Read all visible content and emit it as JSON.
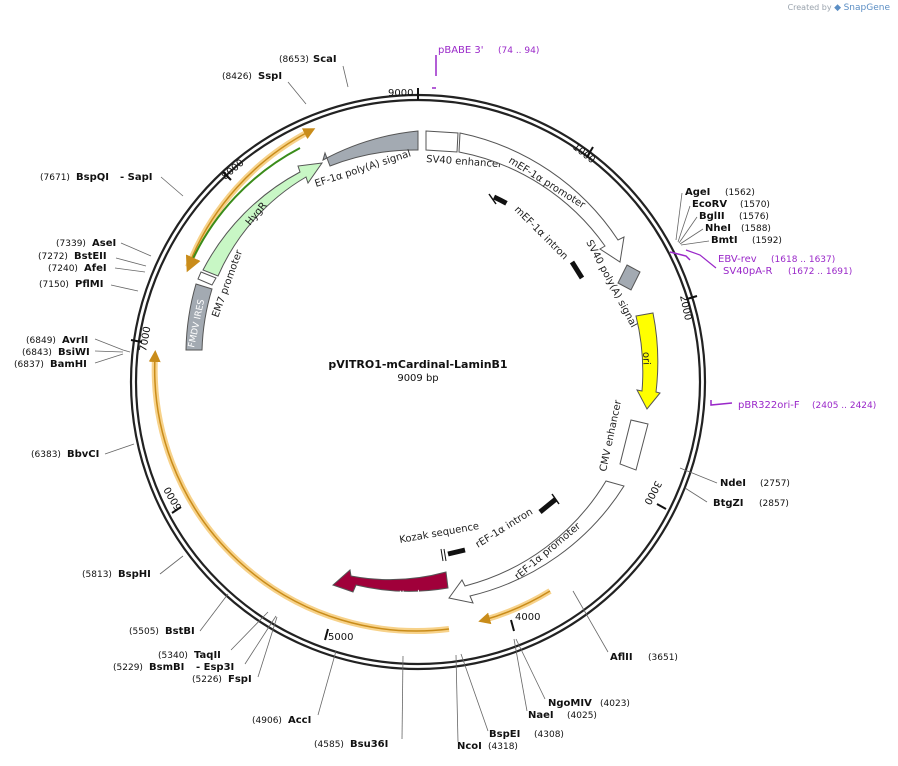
{
  "credit": {
    "created_by": "Created by",
    "brand": "SnapGene"
  },
  "plasmid": {
    "name": "pVITRO1-mCardinal-LaminB1",
    "length": "9009 bp"
  },
  "ticks": [
    "9000",
    "1000",
    "2000",
    "3000",
    "4000",
    "5000",
    "6000",
    "7000",
    "8000"
  ],
  "features": {
    "ef1a_polya": "EF-1α poly(A) signal",
    "sv40_enh": "SV40 enhancer",
    "mef1a_prom": "mEF-1α promoter",
    "mef1a_intron": "mEF-1α intron",
    "sv40_polya": "SV40 poly(A) signal",
    "ori": "ori",
    "cmv_enh": "CMV enhancer",
    "ref1a_intron": "rEF-1α intron",
    "kozak": "Kozak sequence",
    "ref1a_prom": "rEF-1α promoter",
    "mcardinal": "mCardinal",
    "hygr": "HygR",
    "em7": "EM7 promoter",
    "fmdv": "FMDV IRES"
  },
  "primers": {
    "pbabe": {
      "name": "pBABE 3'",
      "range": "(74 .. 94)"
    },
    "ebv": {
      "name": "EBV-rev",
      "range": "(1618 .. 1637)"
    },
    "sv40pa": {
      "name": "SV40pA-R",
      "range": "(1672 .. 1691)"
    },
    "pbr": {
      "name": "pBR322ori-F",
      "range": "(2405 .. 2424)"
    }
  },
  "sites": {
    "scai": {
      "name": "ScaI",
      "pos": "(8653)"
    },
    "sspi": {
      "name": "SspI",
      "pos": "(8426)"
    },
    "bspqi": {
      "name": "BspQI",
      "pos": "(7671)",
      "extra": "- SapI"
    },
    "asei": {
      "name": "AseI",
      "pos": "(7339)"
    },
    "bsteii": {
      "name": "BstEII",
      "pos": "(7272)"
    },
    "afei": {
      "name": "AfeI",
      "pos": "(7240)"
    },
    "pflmi": {
      "name": "PflMI",
      "pos": "(7150)"
    },
    "avrii": {
      "name": "AvrII",
      "pos": "(6849)"
    },
    "bsiwi": {
      "name": "BsiWI",
      "pos": "(6843)"
    },
    "bamhi": {
      "name": "BamHI",
      "pos": "(6837)"
    },
    "bbvci": {
      "name": "BbvCI",
      "pos": "(6383)"
    },
    "bsphi": {
      "name": "BspHI",
      "pos": "(5813)"
    },
    "bstbi": {
      "name": "BstBI",
      "pos": "(5505)"
    },
    "taqii": {
      "name": "TaqII",
      "pos": "(5340)"
    },
    "bsmbi": {
      "name": "BsmBI",
      "pos": "(5229)",
      "extra": "- Esp3I"
    },
    "fspi": {
      "name": "FspI",
      "pos": "(5226)"
    },
    "acci": {
      "name": "AccI",
      "pos": "(4906)"
    },
    "bsu36i": {
      "name": "Bsu36I",
      "pos": "(4585)"
    },
    "ncoi": {
      "name": "NcoI",
      "pos": "(4318)"
    },
    "bspei": {
      "name": "BspEI",
      "pos": "(4308)"
    },
    "naei": {
      "name": "NaeI",
      "pos": "(4025)"
    },
    "ngomiv": {
      "name": "NgoMIV",
      "pos": "(4023)"
    },
    "aflii": {
      "name": "AflII",
      "pos": "(3651)"
    },
    "btgzi": {
      "name": "BtgZI",
      "pos": "(2857)"
    },
    "ndei": {
      "name": "NdeI",
      "pos": "(2757)"
    },
    "agei": {
      "name": "AgeI",
      "pos": "(1562)"
    },
    "ecorv": {
      "name": "EcoRV",
      "pos": "(1570)"
    },
    "bglii": {
      "name": "BglII",
      "pos": "(1576)"
    },
    "nhei": {
      "name": "NheI",
      "pos": "(1588)"
    },
    "bmti": {
      "name": "BmtI",
      "pos": "(1592)"
    }
  },
  "colors": {
    "backbone": "#222222",
    "gray_feature": "#a3aab2",
    "ori": "#ffff00",
    "hygr": "#c8f7c5",
    "mcardinal": "#a0003a",
    "primer": "#9a28c9",
    "orf_highlight": "#f7d28a",
    "orf_arrow": "#c98c1a",
    "orf_green": "#3a8c1a"
  }
}
